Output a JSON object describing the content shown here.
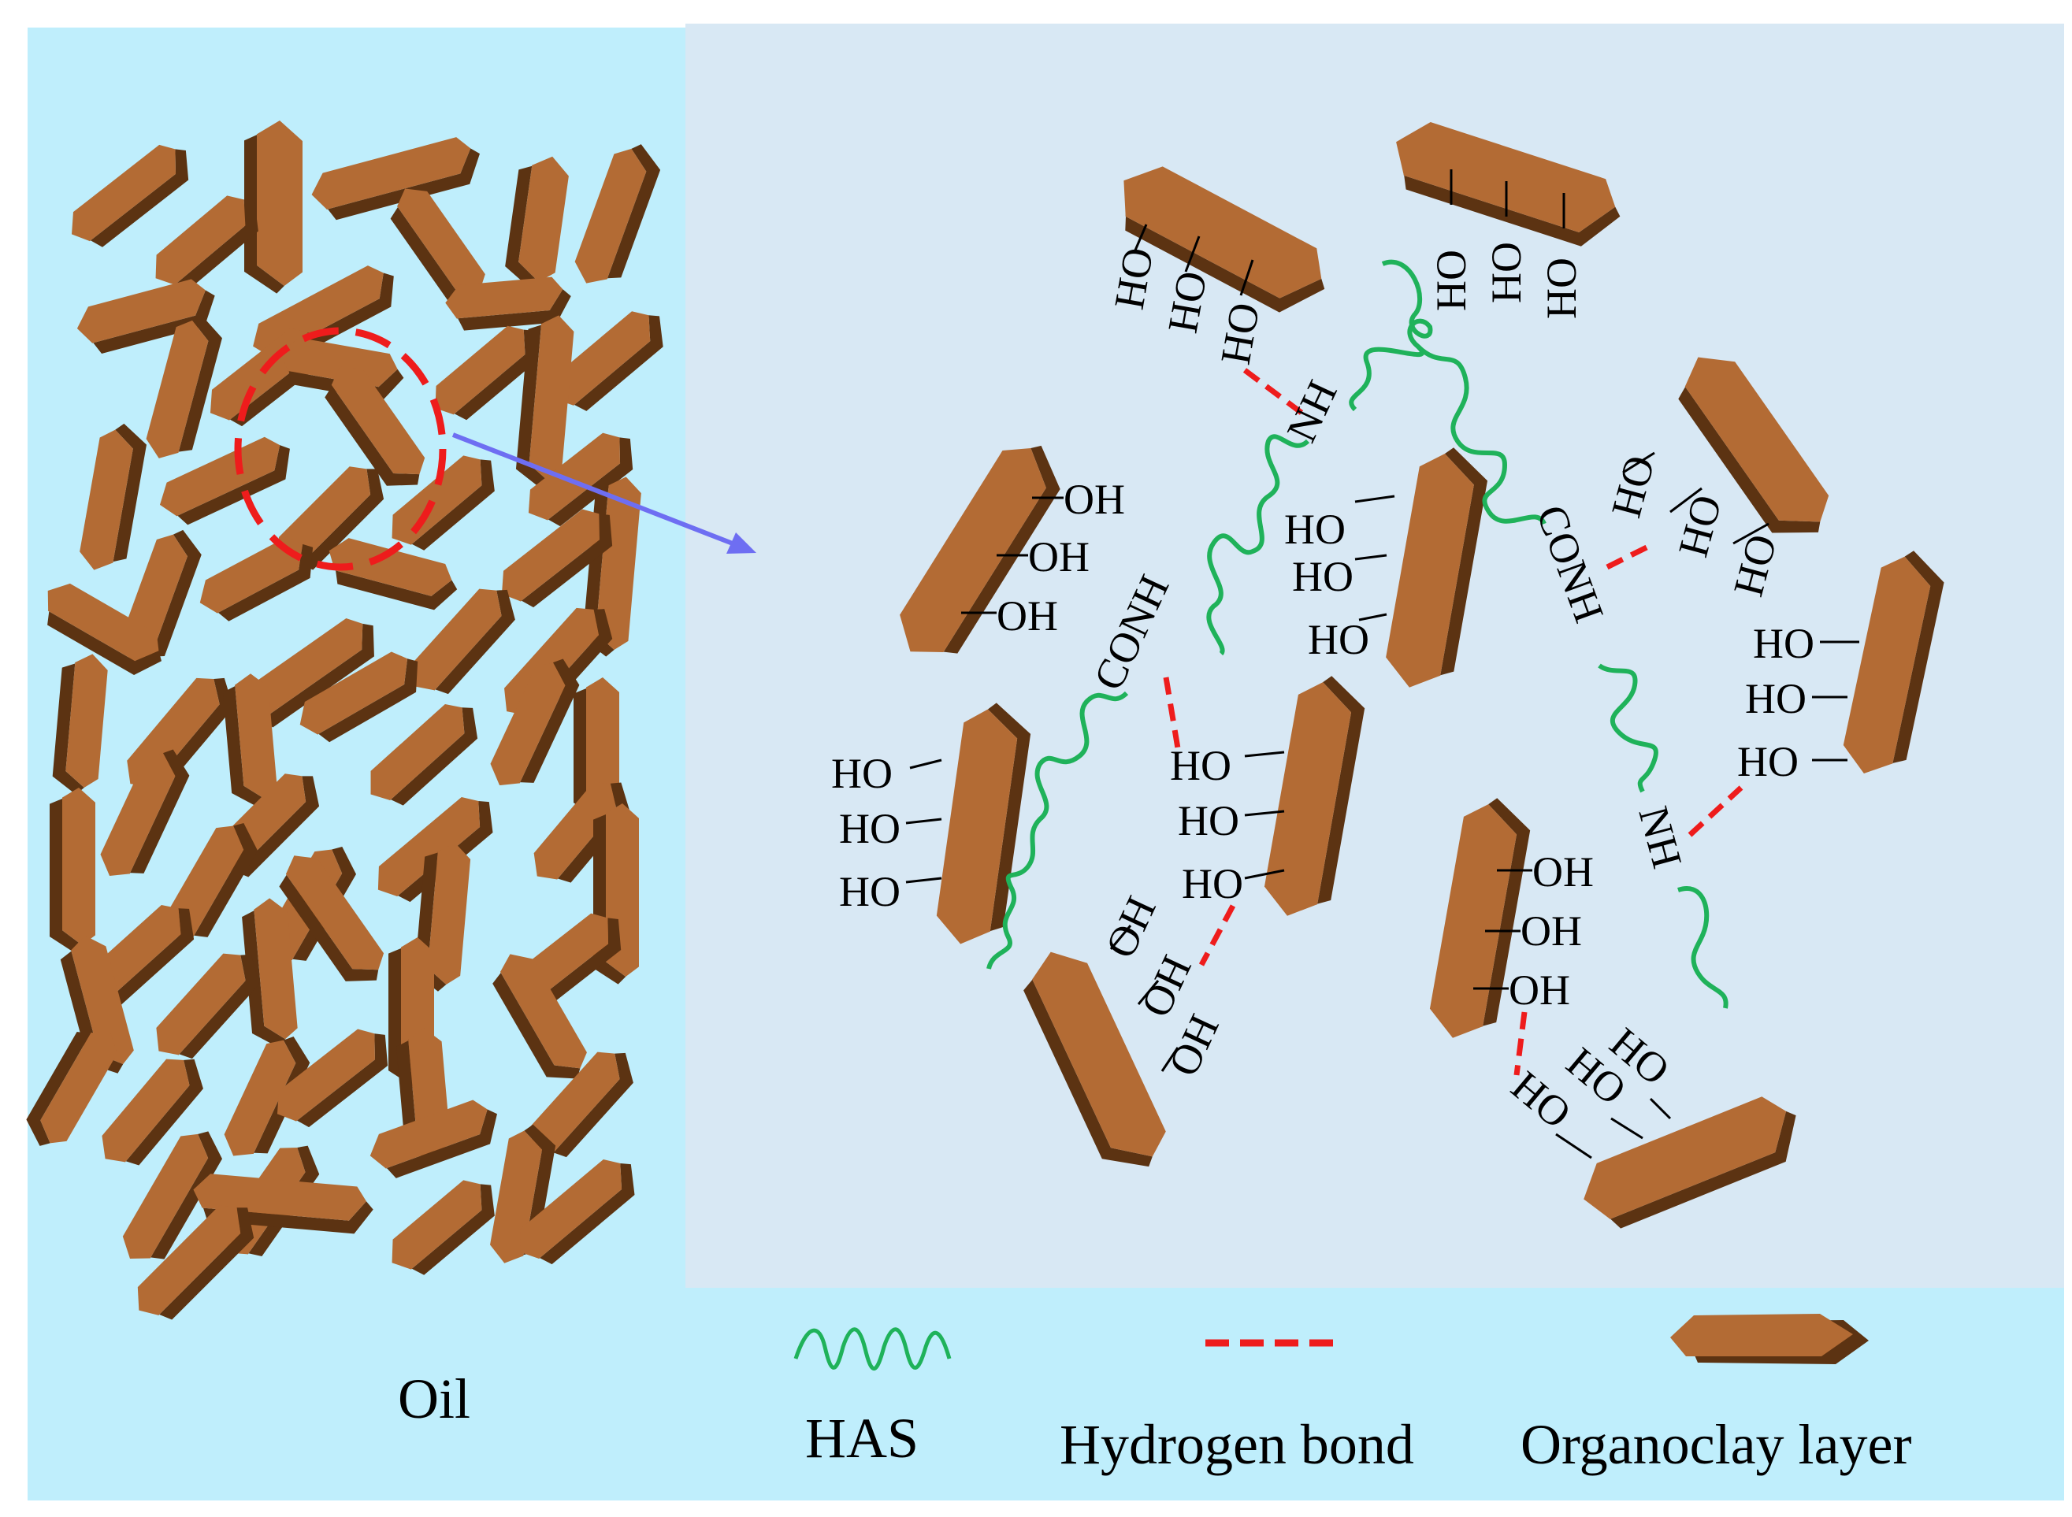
{
  "colors": {
    "oil_background": "#bfeefc",
    "zoom_background": "#d8e8f4",
    "clay_top": "#b36b34",
    "clay_edge": "#5c3312",
    "has_chain": "#1fb25a",
    "hydrogen_bond": "#ee1c1c",
    "zoom_arrow": "#6e6ef2",
    "focus_circle": "#ee1c1c"
  },
  "labels": {
    "oil": "Oil",
    "hydroxyl_ho": "HO",
    "hydroxyl_oh": "OH",
    "amine": "NH",
    "amide": "CONH"
  },
  "legend": {
    "has": "HAS",
    "hydrogen_bond": "Hydrogen bond",
    "organoclay_layer": "Organoclay layer"
  }
}
